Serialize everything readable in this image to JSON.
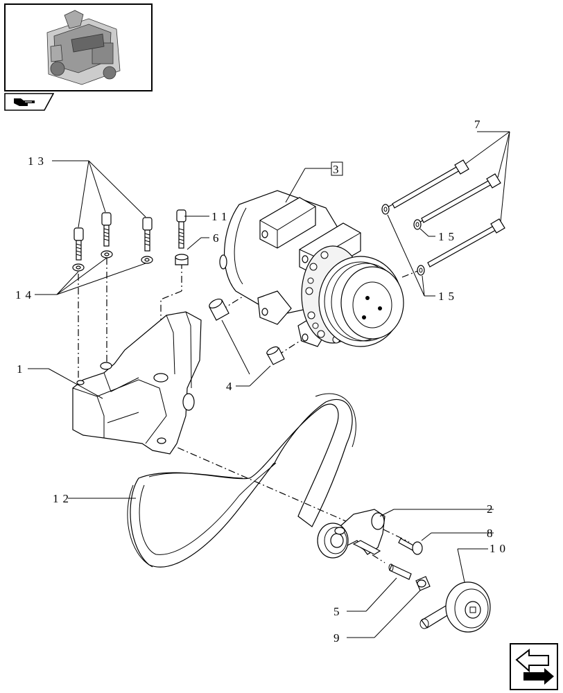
{
  "callouts": {
    "c1": "1",
    "c2": "2",
    "c3": "3",
    "c4": "4",
    "c5": "5",
    "c6": "6",
    "c7": "7",
    "c8": "8",
    "c9": "9",
    "c10": "10",
    "c11": "11",
    "c12": "12",
    "c13": "13",
    "c14": "14",
    "c15a": "15",
    "c15b": "15"
  },
  "icons": {
    "thumbnail": "engine-thumbnail-icon",
    "tab": "pointing-hand-icon",
    "nav": "next-page-arrow-icon"
  }
}
